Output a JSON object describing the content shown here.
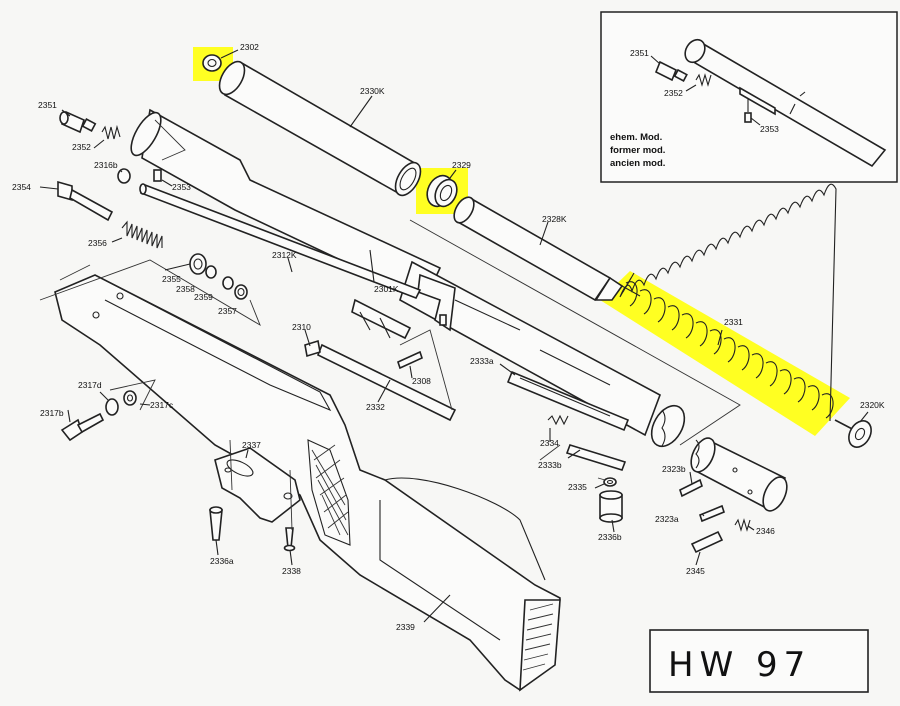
{
  "parts": [
    {
      "id": "p2302",
      "label": "2302",
      "highlighted": true
    },
    {
      "id": "p2330k",
      "label": "2330K",
      "highlighted": false
    },
    {
      "id": "p2351",
      "label": "2351",
      "highlighted": false
    },
    {
      "id": "p2352",
      "label": "2352",
      "highlighted": false
    },
    {
      "id": "p2316b",
      "label": "2316b",
      "highlighted": false
    },
    {
      "id": "p2353",
      "label": "2353",
      "highlighted": false
    },
    {
      "id": "p2354",
      "label": "2354",
      "highlighted": false
    },
    {
      "id": "p2329",
      "label": "2329",
      "highlighted": true
    },
    {
      "id": "p2328k",
      "label": "2328K",
      "highlighted": false
    },
    {
      "id": "p2356",
      "label": "2356",
      "highlighted": false
    },
    {
      "id": "p2312k",
      "label": "2312K",
      "highlighted": false
    },
    {
      "id": "p2355",
      "label": "2355",
      "highlighted": false
    },
    {
      "id": "p2358",
      "label": "2358",
      "highlighted": false
    },
    {
      "id": "p2359",
      "label": "2359",
      "highlighted": false
    },
    {
      "id": "p2357",
      "label": "2357",
      "highlighted": false
    },
    {
      "id": "p2301k",
      "label": "2301K",
      "highlighted": false
    },
    {
      "id": "p2331",
      "label": "2331",
      "highlighted": true
    },
    {
      "id": "p2310",
      "label": "2310",
      "highlighted": false
    },
    {
      "id": "p2308",
      "label": "2308",
      "highlighted": false
    },
    {
      "id": "p2333a",
      "label": "2333a",
      "highlighted": false
    },
    {
      "id": "p2332",
      "label": "2332",
      "highlighted": false
    },
    {
      "id": "p2320k",
      "label": "2320K",
      "highlighted": false
    },
    {
      "id": "p2317d",
      "label": "2317d",
      "highlighted": false
    },
    {
      "id": "p2317b",
      "label": "2317b",
      "highlighted": false
    },
    {
      "id": "p2317c",
      "label": "2317c",
      "highlighted": false
    },
    {
      "id": "p2334",
      "label": "2334",
      "highlighted": false
    },
    {
      "id": "p2337",
      "label": "2337",
      "highlighted": false
    },
    {
      "id": "p2333b",
      "label": "2333b",
      "highlighted": false
    },
    {
      "id": "p2323b",
      "label": "2323b",
      "highlighted": false
    },
    {
      "id": "p2335",
      "label": "2335",
      "highlighted": false
    },
    {
      "id": "p2323a",
      "label": "2323a",
      "highlighted": false
    },
    {
      "id": "p2346",
      "label": "2346",
      "highlighted": false
    },
    {
      "id": "p2336b",
      "label": "2336b",
      "highlighted": false
    },
    {
      "id": "p2336a",
      "label": "2336a",
      "highlighted": false
    },
    {
      "id": "p2338",
      "label": "2338",
      "highlighted": false
    },
    {
      "id": "p2345",
      "label": "2345",
      "highlighted": false
    },
    {
      "id": "p2339",
      "label": "2339",
      "highlighted": false
    }
  ],
  "inset": {
    "labels": [
      "2351",
      "2352",
      "2353"
    ],
    "note_lines": [
      "ehem. Mod.",
      "former mod.",
      "ancien mod."
    ]
  },
  "model_box": {
    "text": "HW 97"
  },
  "colors": {
    "highlight": "#ffff22",
    "ink": "#222222",
    "paper": "#f7f7f5"
  }
}
